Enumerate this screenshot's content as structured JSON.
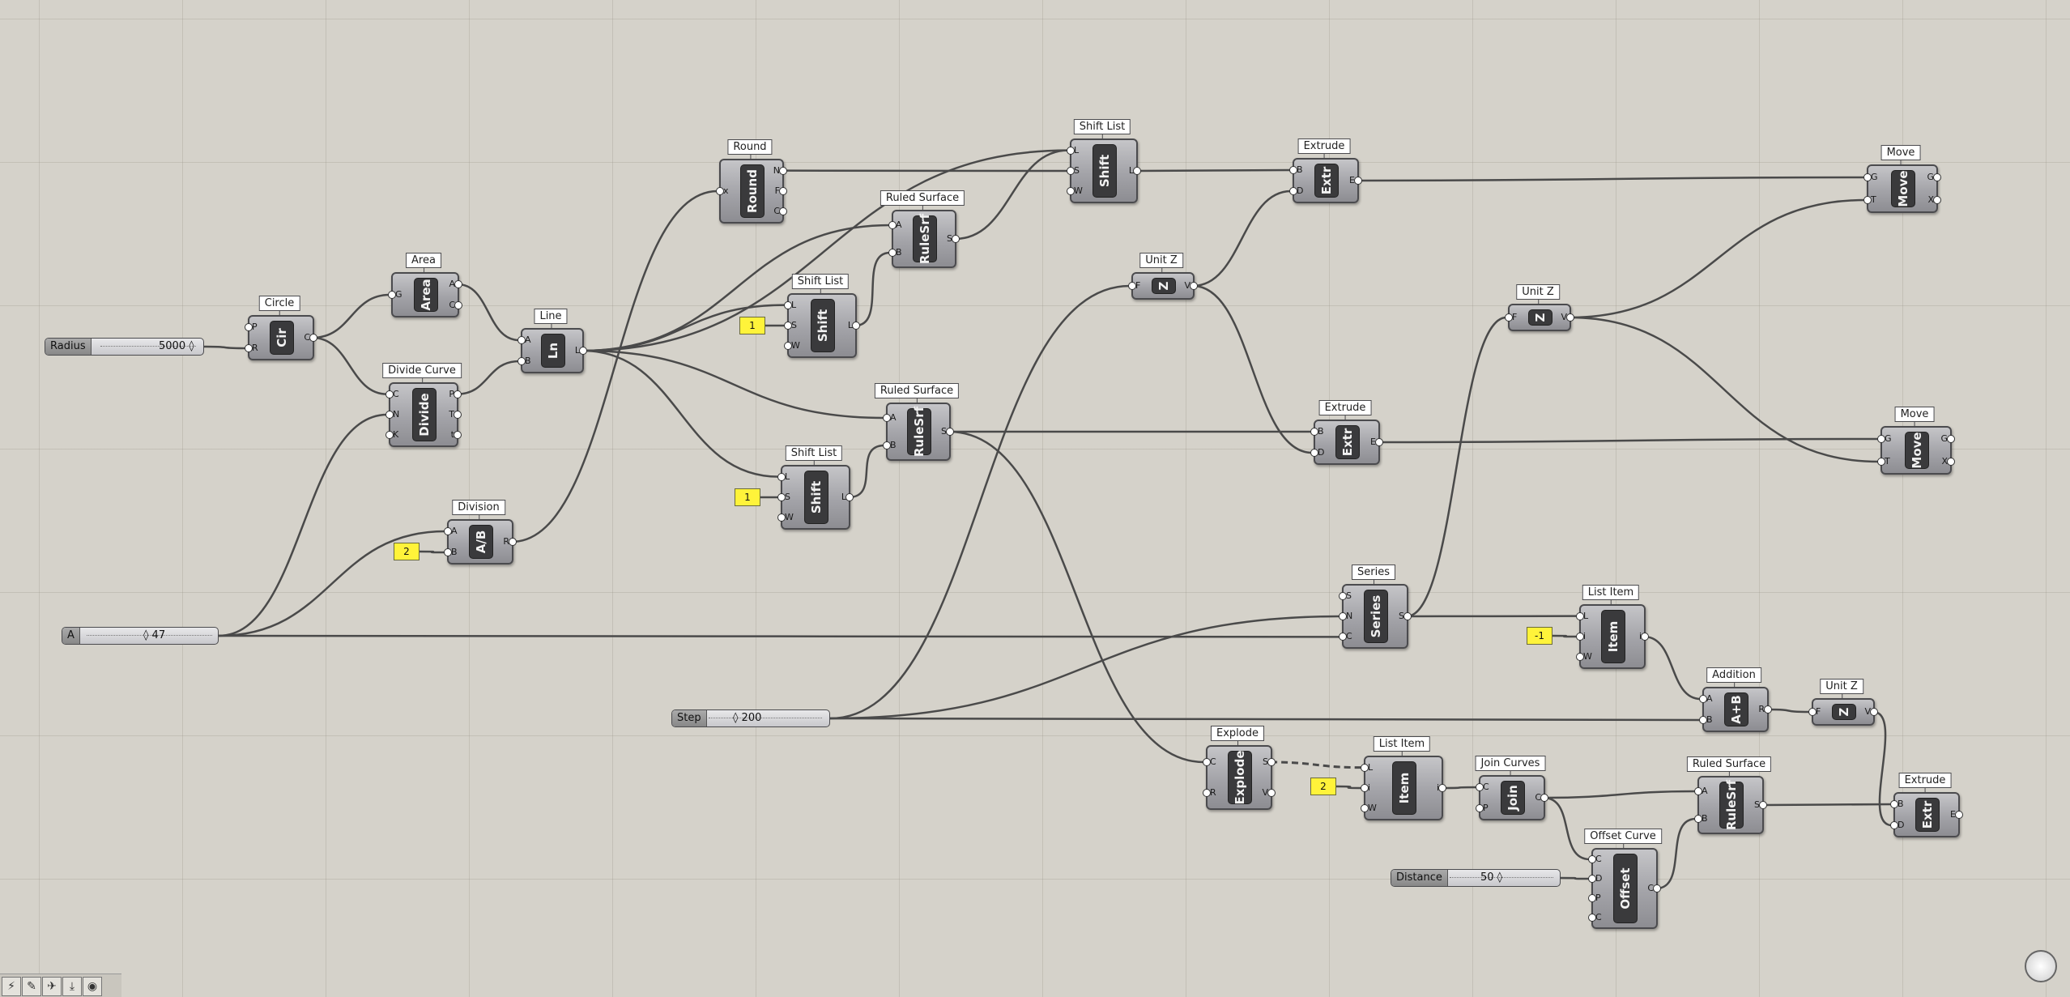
{
  "canvas": {
    "title": "Grasshopper Canvas"
  },
  "components": [
    {
      "id": "circle",
      "label": "Circle",
      "nick": "Cir",
      "ins": [
        "P",
        "R"
      ],
      "outs": [
        "C"
      ]
    },
    {
      "id": "area",
      "label": "Area",
      "nick": "Area",
      "ins": [
        "G"
      ],
      "outs": [
        "A",
        "C"
      ]
    },
    {
      "id": "divide",
      "label": "Divide Curve",
      "nick": "Divide",
      "ins": [
        "C",
        "N",
        "K"
      ],
      "outs": [
        "P",
        "T",
        "t"
      ]
    },
    {
      "id": "line",
      "label": "Line",
      "nick": "Ln",
      "ins": [
        "A",
        "B"
      ],
      "outs": [
        "L"
      ]
    },
    {
      "id": "round",
      "label": "Round",
      "nick": "Round",
      "ins": [
        "x"
      ],
      "outs": [
        "N",
        "F",
        "C"
      ]
    },
    {
      "id": "shift1",
      "label": "Shift List",
      "nick": "Shift",
      "ins": [
        "L",
        "S",
        "W"
      ],
      "outs": [
        "L"
      ]
    },
    {
      "id": "rule1",
      "label": "Ruled Surface",
      "nick": "RuleSrf",
      "ins": [
        "A",
        "B"
      ],
      "outs": [
        "S"
      ]
    },
    {
      "id": "shift2",
      "label": "Shift List",
      "nick": "Shift",
      "ins": [
        "L",
        "S",
        "W"
      ],
      "outs": [
        "L"
      ]
    },
    {
      "id": "shift3",
      "label": "Shift List",
      "nick": "Shift",
      "ins": [
        "L",
        "S",
        "W"
      ],
      "outs": [
        "L"
      ]
    },
    {
      "id": "rule2",
      "label": "Ruled Surface",
      "nick": "RuleSrf",
      "ins": [
        "A",
        "B"
      ],
      "outs": [
        "S"
      ]
    },
    {
      "id": "division",
      "label": "Division",
      "nick": "A/B",
      "ins": [
        "A",
        "B"
      ],
      "outs": [
        "R"
      ]
    },
    {
      "id": "unitz1",
      "label": "Unit Z",
      "nick": "Z",
      "ins": [
        "F"
      ],
      "outs": [
        "V"
      ]
    },
    {
      "id": "extr1",
      "label": "Extrude",
      "nick": "Extr",
      "ins": [
        "B",
        "D"
      ],
      "outs": [
        "E"
      ]
    },
    {
      "id": "extr2",
      "label": "Extrude",
      "nick": "Extr",
      "ins": [
        "B",
        "D"
      ],
      "outs": [
        "E"
      ]
    },
    {
      "id": "unitz2",
      "label": "Unit Z",
      "nick": "Z",
      "ins": [
        "F"
      ],
      "outs": [
        "V"
      ]
    },
    {
      "id": "move1",
      "label": "Move",
      "nick": "Move",
      "ins": [
        "G",
        "T"
      ],
      "outs": [
        "G",
        "X"
      ]
    },
    {
      "id": "move2",
      "label": "Move",
      "nick": "Move",
      "ins": [
        "G",
        "T"
      ],
      "outs": [
        "G",
        "X"
      ]
    },
    {
      "id": "series",
      "label": "Series",
      "nick": "Series",
      "ins": [
        "S",
        "N",
        "C"
      ],
      "outs": [
        "S"
      ]
    },
    {
      "id": "listitem1",
      "label": "List Item",
      "nick": "Item",
      "ins": [
        "L",
        "i",
        "W"
      ],
      "outs": [
        "i"
      ]
    },
    {
      "id": "addition",
      "label": "Addition",
      "nick": "A+B",
      "ins": [
        "A",
        "B"
      ],
      "outs": [
        "R"
      ]
    },
    {
      "id": "unitz3",
      "label": "Unit Z",
      "nick": "Z",
      "ins": [
        "F"
      ],
      "outs": [
        "V"
      ]
    },
    {
      "id": "explode",
      "label": "Explode",
      "nick": "Explode",
      "ins": [
        "C",
        "R"
      ],
      "outs": [
        "S",
        "V"
      ]
    },
    {
      "id": "listitem2",
      "label": "List Item",
      "nick": "Item",
      "ins": [
        "L",
        "i",
        "W"
      ],
      "outs": [
        "i"
      ]
    },
    {
      "id": "join",
      "label": "Join Curves",
      "nick": "Join",
      "ins": [
        "C",
        "P"
      ],
      "outs": [
        "C"
      ]
    },
    {
      "id": "rule3",
      "label": "Ruled Surface",
      "nick": "RuleSrf",
      "ins": [
        "A",
        "B"
      ],
      "outs": [
        "S"
      ]
    },
    {
      "id": "offset",
      "label": "Offset Curve",
      "nick": "Offset",
      "ins": [
        "C",
        "D",
        "P",
        "C"
      ],
      "outs": [
        "C"
      ]
    },
    {
      "id": "extr3",
      "label": "Extrude",
      "nick": "Extr",
      "ins": [
        "B",
        "D"
      ],
      "outs": [
        "E"
      ]
    }
  ],
  "sliders": [
    {
      "id": "radius",
      "name": "Radius",
      "value": "5000 ◊"
    },
    {
      "id": "a",
      "name": "A",
      "value": "◊ 47"
    },
    {
      "id": "step",
      "name": "Step",
      "value": "◊ 200"
    },
    {
      "id": "distance",
      "name": "Distance",
      "value": "50 ◊"
    }
  ],
  "panels": [
    {
      "id": "p1",
      "value": "1"
    },
    {
      "id": "p2",
      "value": "1"
    },
    {
      "id": "p3",
      "value": "2"
    },
    {
      "id": "p4",
      "value": "-1"
    },
    {
      "id": "p5",
      "value": "2"
    }
  ],
  "toolbar": {
    "buttons": [
      "⚡",
      "✎",
      "✈",
      "⤓",
      "◉"
    ]
  },
  "colors": {
    "canvas": "#d5d2ca",
    "wire": "#4a4a4a",
    "panel": "#fff33a"
  }
}
